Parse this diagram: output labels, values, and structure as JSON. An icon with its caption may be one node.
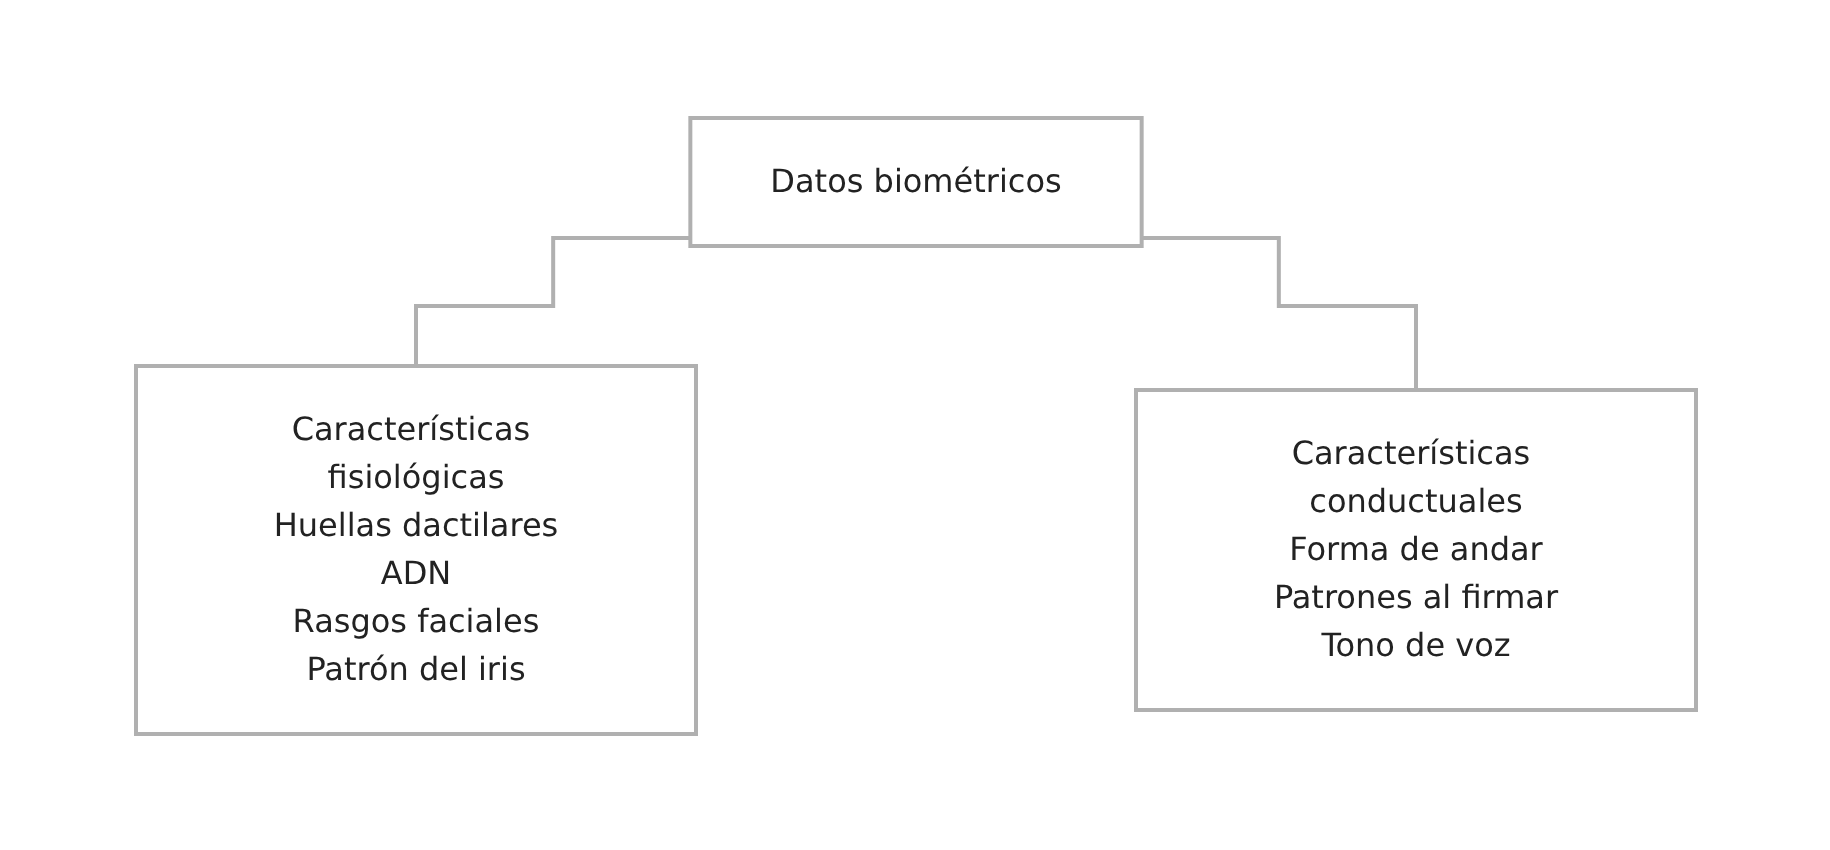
{
  "diagram": {
    "nodes": [
      {
        "text": [
          "Datos biométricos"
        ]
      },
      {
        "text": [
          "Características fisiológicas",
          "Huellas dactilares",
          "ADN",
          "Rasgos faciales",
          "Patrón del iris"
        ]
      },
      {
        "text": [
          "Características conductuales",
          "Forma de andar",
          "Patrones al firmar",
          "Tono de voz"
        ]
      }
    ],
    "edges": [
      {
        "from": 0,
        "to": 1,
        "arrow": "none"
      },
      {
        "from": 0,
        "to": 2,
        "arrow": "none"
      }
    ]
  }
}
